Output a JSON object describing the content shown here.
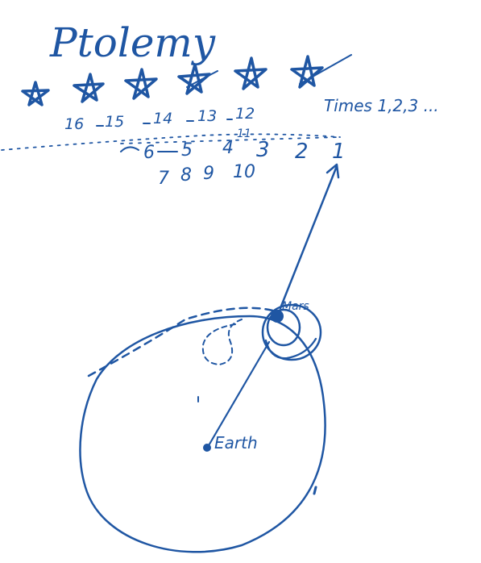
{
  "title": "Ptolemy",
  "times_label": "Times 1,2,3 ...",
  "sky_labels": [
    "16",
    "15",
    "14",
    "13",
    "12"
  ],
  "mid_labels": [
    "6",
    "5",
    "4",
    "11",
    "3",
    "2",
    "1"
  ],
  "lower_labels": [
    "7",
    "8",
    "9",
    "10"
  ],
  "planet_label": "Mars",
  "center_label": "Earth",
  "ink_color": "#1f56a3"
}
